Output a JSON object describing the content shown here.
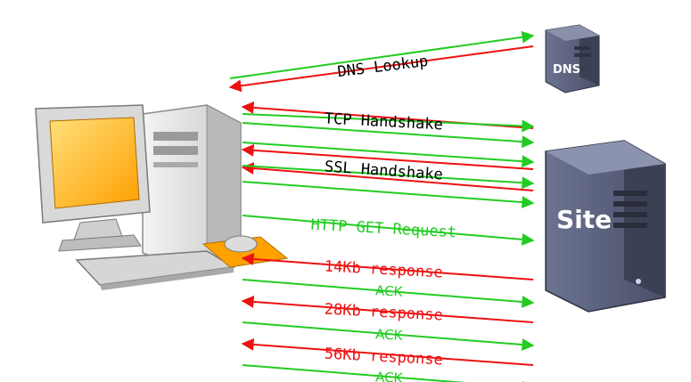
{
  "colors": {
    "request": "#22cc22",
    "response": "#ee1111",
    "server_body": "#5a6077",
    "server_side": "#3b4055",
    "monitor_screen": "#ffb300",
    "computer_body": "#e8e8e8"
  },
  "icons": {
    "client": "desktop-computer-icon",
    "dns_server": "dns-server-icon",
    "site_server": "site-server-icon"
  },
  "servers": {
    "dns_label": "DNS",
    "site_label": "Site"
  },
  "steps": {
    "dns_lookup": "DNS Lookup",
    "tcp_handshake": "TCP Handshake",
    "ssl_handshake": "SSL Handshake",
    "http_get": "HTTP GET Request",
    "resp_14": "14Kb response",
    "ack_1": "ACK",
    "resp_28": "28Kb response",
    "ack_2": "ACK",
    "resp_56": "56Kb response",
    "ack_3": "ACK"
  }
}
